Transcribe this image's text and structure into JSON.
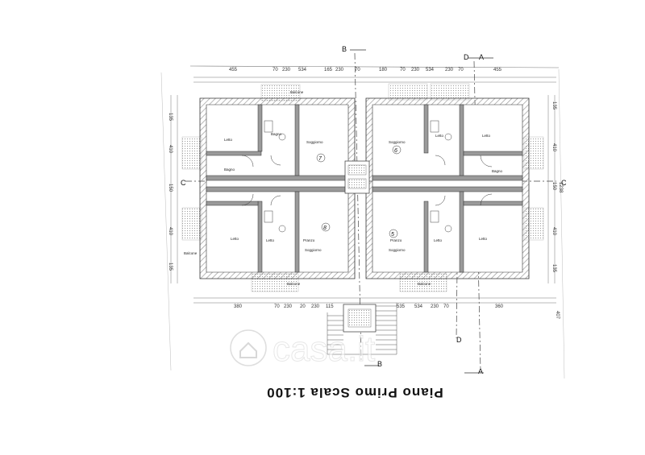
{
  "title": "Piano Primo Scala 1:100",
  "watermark": "casa.it",
  "apartments": [
    "7",
    "6",
    "8",
    "5"
  ],
  "section_marks": {
    "a": "A",
    "b": "B",
    "c": "C",
    "d": "D"
  },
  "room_labels": {
    "letto": "Letto",
    "bagno": "Bagno",
    "soggiorno": "Soggiorno",
    "balcone": "Balcone",
    "pranzo": "Pranzo"
  },
  "dimensions": {
    "top": [
      "455",
      "70",
      "230",
      "534",
      "165",
      "230",
      "70",
      "180",
      "70",
      "230",
      "534",
      "230",
      "70",
      "455"
    ],
    "bottom": [
      "380",
      "70",
      "230",
      "20",
      "230",
      "115",
      "535",
      "534",
      "230",
      "70",
      "360"
    ],
    "left": [
      "135",
      "410",
      "150",
      "410",
      "135"
    ],
    "right": [
      "135",
      "410",
      "150",
      "1238",
      "410",
      "135"
    ],
    "far_right": "407"
  }
}
